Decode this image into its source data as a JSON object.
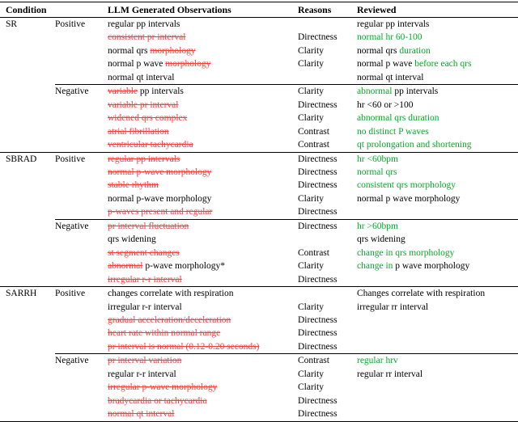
{
  "colors": {
    "removed_text": "#fb3d3d",
    "added_text": "#00ad26",
    "rule": "#000000",
    "plain_text": "#000000"
  },
  "header": {
    "condition": "Condition",
    "polarity": "",
    "observations": "LLM Generated Observations",
    "reasons": "Reasons",
    "reviewed": "Reviewed"
  },
  "groups": [
    {
      "condition": "SR",
      "blocks": [
        {
          "polarity": "Positive",
          "rows": [
            {
              "obs": [
                [
                  "p",
                  "regular pp intervals"
                ]
              ],
              "reason": "",
              "rev": [
                [
                  "p",
                  "regular pp intervals"
                ]
              ]
            },
            {
              "obs": [
                [
                  "d",
                  "consistent pr interval"
                ]
              ],
              "reason": "Directness",
              "rev": [
                [
                  "a",
                  "normal hr 60-100"
                ]
              ]
            },
            {
              "obs": [
                [
                  "p",
                  "normal qrs "
                ],
                [
                  "d",
                  "morphology"
                ]
              ],
              "reason": "Clarity",
              "rev": [
                [
                  "p",
                  "normal qrs "
                ],
                [
                  "a",
                  "duration"
                ]
              ]
            },
            {
              "obs": [
                [
                  "p",
                  "normal p wave "
                ],
                [
                  "d",
                  "morphology"
                ]
              ],
              "reason": "Clarity",
              "rev": [
                [
                  "p",
                  "normal p wave "
                ],
                [
                  "a",
                  "before each qrs"
                ]
              ]
            },
            {
              "obs": [
                [
                  "p",
                  "normal qt interval"
                ]
              ],
              "reason": "",
              "rev": [
                [
                  "p",
                  "normal qt interval"
                ]
              ]
            }
          ]
        },
        {
          "polarity": "Negative",
          "rows": [
            {
              "obs": [
                [
                  "d",
                  "variable"
                ],
                [
                  "p",
                  " pp intervals"
                ]
              ],
              "reason": "Clarity",
              "rev": [
                [
                  "a",
                  "abnormal"
                ],
                [
                  "p",
                  " pp intervals"
                ]
              ]
            },
            {
              "obs": [
                [
                  "d",
                  "variable pr interval"
                ]
              ],
              "reason": "Directness",
              "rev": [
                [
                  "p",
                  "hr <60 or >100"
                ]
              ]
            },
            {
              "obs": [
                [
                  "d",
                  "widened qrs complex"
                ]
              ],
              "reason": "Clarity",
              "rev": [
                [
                  "a",
                  "abnormal qrs duration"
                ]
              ]
            },
            {
              "obs": [
                [
                  "d",
                  "atrial fibrillation"
                ]
              ],
              "reason": "Contrast",
              "rev": [
                [
                  "a",
                  "no distinct P waves"
                ]
              ]
            },
            {
              "obs": [
                [
                  "d",
                  "ventricular tachycardia"
                ]
              ],
              "reason": "Contrast",
              "rev": [
                [
                  "a",
                  "qt prolongation and shortening"
                ]
              ]
            }
          ]
        }
      ]
    },
    {
      "condition": "SBRAD",
      "blocks": [
        {
          "polarity": "Positive",
          "rows": [
            {
              "obs": [
                [
                  "d",
                  "regular pp intervals"
                ]
              ],
              "reason": "Directness",
              "rev": [
                [
                  "a",
                  "hr <60bpm"
                ]
              ]
            },
            {
              "obs": [
                [
                  "d",
                  "normal p-wave morphology"
                ]
              ],
              "reason": "Directness",
              "rev": [
                [
                  "a",
                  "normal qrs"
                ]
              ]
            },
            {
              "obs": [
                [
                  "d",
                  "stable rhythm"
                ]
              ],
              "reason": "Directness",
              "rev": [
                [
                  "a",
                  "consistent qrs morphology"
                ]
              ]
            },
            {
              "obs": [
                [
                  "p",
                  "normal p-wave morphology"
                ]
              ],
              "reason": "Clarity",
              "rev": [
                [
                  "p",
                  "normal p wave morphology"
                ]
              ]
            },
            {
              "obs": [
                [
                  "d",
                  "p-waves present and regular"
                ]
              ],
              "reason": "Directness",
              "rev": []
            }
          ]
        },
        {
          "polarity": "Negative",
          "rows": [
            {
              "obs": [
                [
                  "d",
                  "pr interval fluctuation"
                ]
              ],
              "reason": "Directness",
              "rev": [
                [
                  "a",
                  "hr >60bpm"
                ]
              ]
            },
            {
              "obs": [
                [
                  "p",
                  "qrs widening"
                ]
              ],
              "reason": "",
              "rev": [
                [
                  "p",
                  "qrs widening"
                ]
              ]
            },
            {
              "obs": [
                [
                  "d",
                  "st segment changes"
                ]
              ],
              "reason": "Contrast",
              "rev": [
                [
                  "a",
                  "change in qrs morphology"
                ]
              ]
            },
            {
              "obs": [
                [
                  "d",
                  "abnormal"
                ],
                [
                  "p",
                  " p-wave morphology*"
                ]
              ],
              "reason": "Clarity",
              "rev": [
                [
                  "a",
                  "change in"
                ],
                [
                  "p",
                  " p wave morphology"
                ]
              ]
            },
            {
              "obs": [
                [
                  "d",
                  "irregular r-r interval"
                ]
              ],
              "reason": "Directness",
              "rev": []
            }
          ]
        }
      ]
    },
    {
      "condition": "SARRH",
      "blocks": [
        {
          "polarity": "Positive",
          "rows": [
            {
              "obs": [
                [
                  "p",
                  "changes correlate with respiration"
                ]
              ],
              "reason": "",
              "rev": [
                [
                  "p",
                  "Changes correlate with respiration"
                ]
              ]
            },
            {
              "obs": [
                [
                  "p",
                  "irregular r-r interval"
                ]
              ],
              "reason": "Clarity",
              "rev": [
                [
                  "p",
                  "irregular rr interval"
                ]
              ]
            },
            {
              "obs": [
                [
                  "d",
                  "gradual acceleration/deceleration"
                ]
              ],
              "reason": "Directness",
              "rev": []
            },
            {
              "obs": [
                [
                  "d",
                  "heart rate within normal range"
                ]
              ],
              "reason": "Directness",
              "rev": []
            },
            {
              "obs": [
                [
                  "d",
                  "pr interval is normal (0.12-0.20 seconds)"
                ]
              ],
              "reason": "Directness",
              "rev": []
            }
          ]
        },
        {
          "polarity": "Negative",
          "rows": [
            {
              "obs": [
                [
                  "d",
                  "pr interval variation"
                ]
              ],
              "reason": "Contrast",
              "rev": [
                [
                  "a",
                  "regular hrv"
                ]
              ]
            },
            {
              "obs": [
                [
                  "p",
                  "regular r-r interval"
                ]
              ],
              "reason": "Clarity",
              "rev": [
                [
                  "p",
                  "regular rr interval"
                ]
              ]
            },
            {
              "obs": [
                [
                  "d",
                  "irregular p-wave morphology"
                ]
              ],
              "reason": "Clarity",
              "rev": []
            },
            {
              "obs": [
                [
                  "d",
                  "bradycardia or tachycardia"
                ]
              ],
              "reason": "Directness",
              "rev": []
            },
            {
              "obs": [
                [
                  "d",
                  "normal qt interval"
                ]
              ],
              "reason": "Directness",
              "rev": []
            }
          ]
        }
      ]
    }
  ]
}
